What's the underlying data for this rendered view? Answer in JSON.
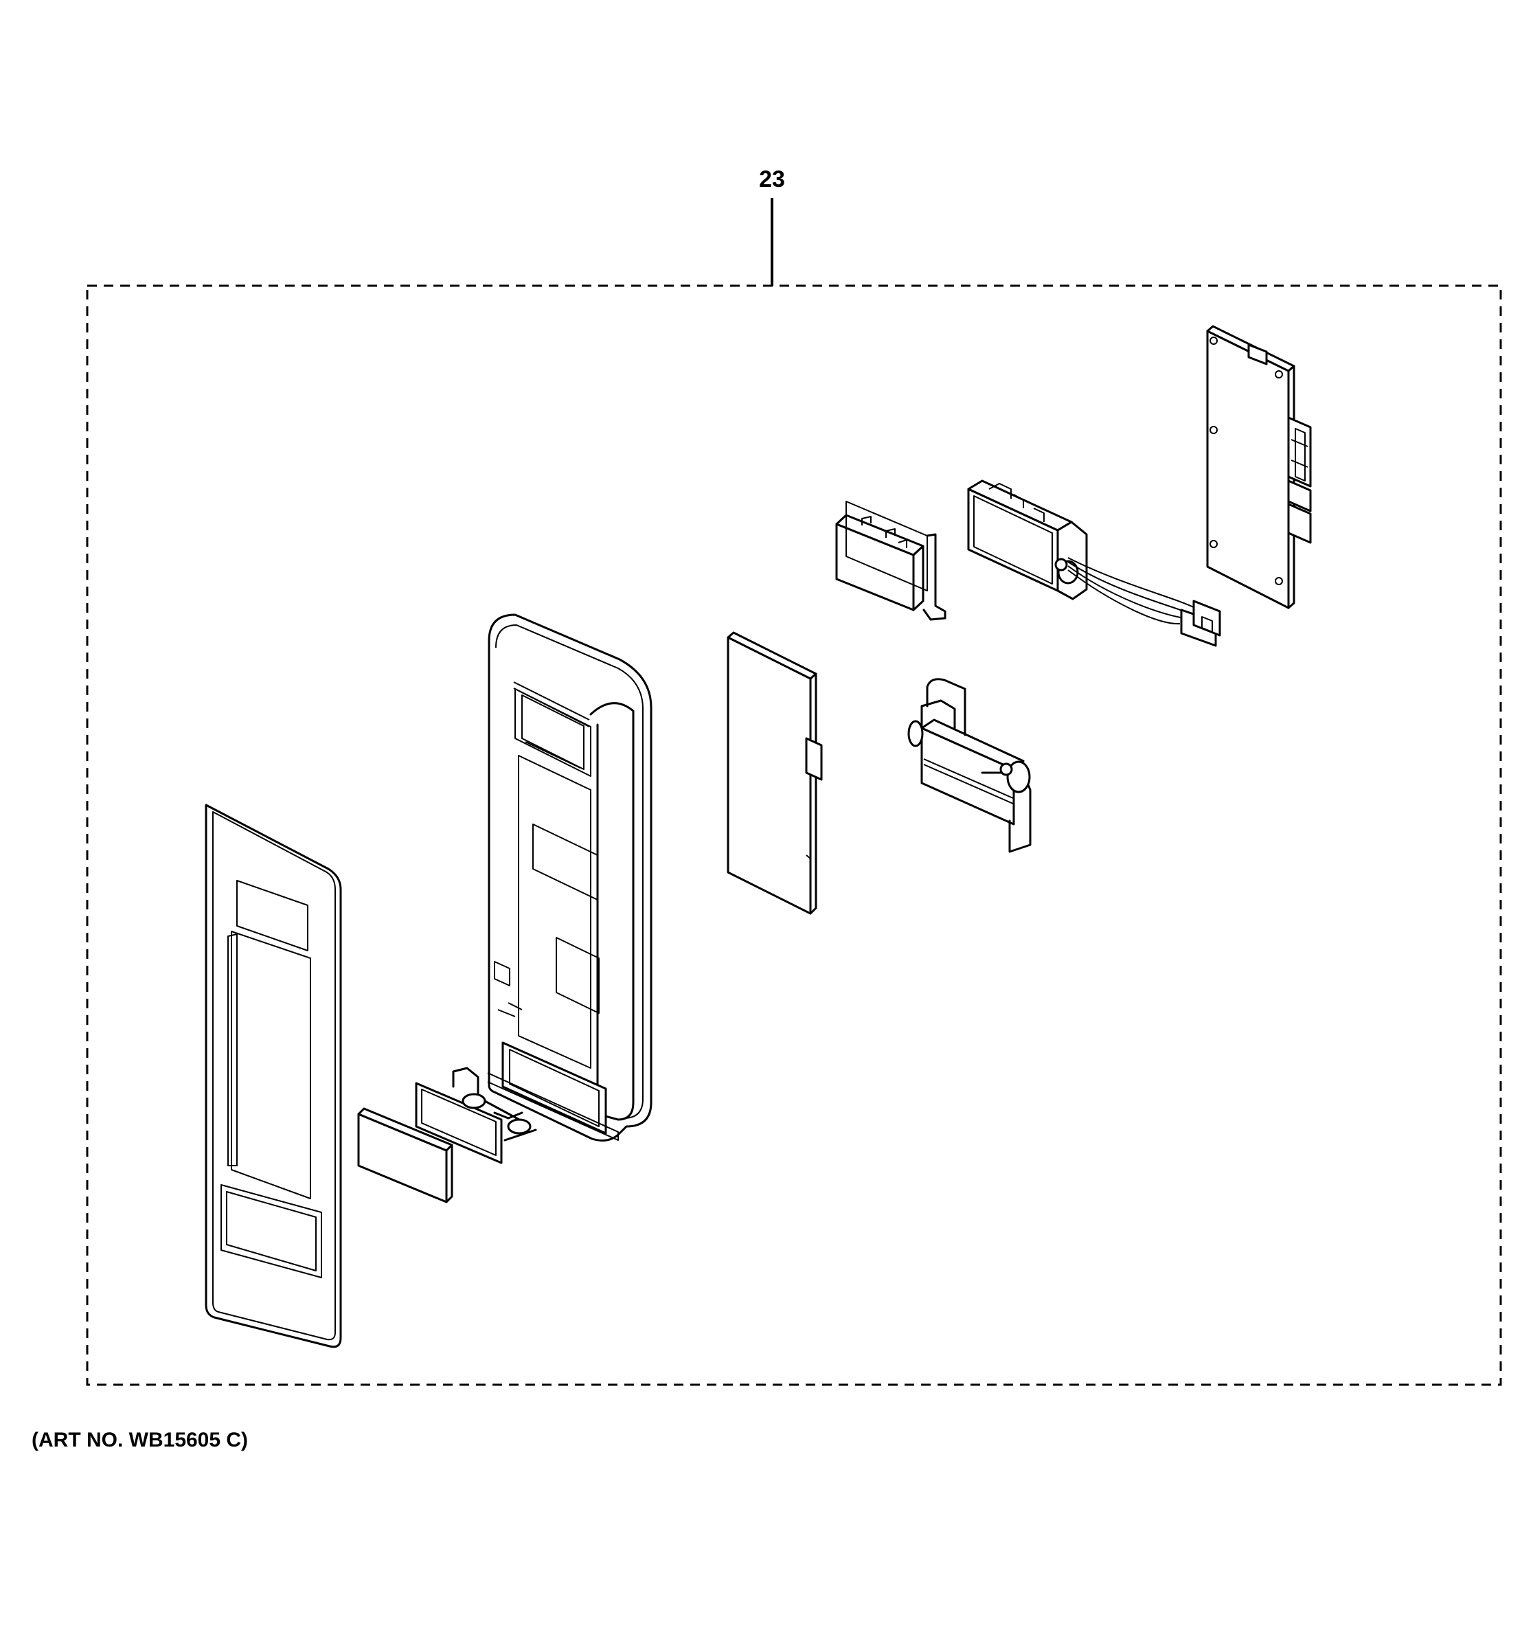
{
  "callout": {
    "number": "23"
  },
  "caption": {
    "text": "(ART NO. WB15605 C)"
  },
  "colors": {
    "ink": "#000000",
    "paper": "#ffffff"
  },
  "parts": [
    {
      "name": "control-panel-overlay"
    },
    {
      "name": "key-pad"
    },
    {
      "name": "button-cap"
    },
    {
      "name": "control-panel-frame"
    },
    {
      "name": "display-board"
    },
    {
      "name": "door-switch"
    },
    {
      "name": "latch-switch"
    },
    {
      "name": "switch-assembly-with-harness"
    },
    {
      "name": "main-control-board"
    }
  ]
}
